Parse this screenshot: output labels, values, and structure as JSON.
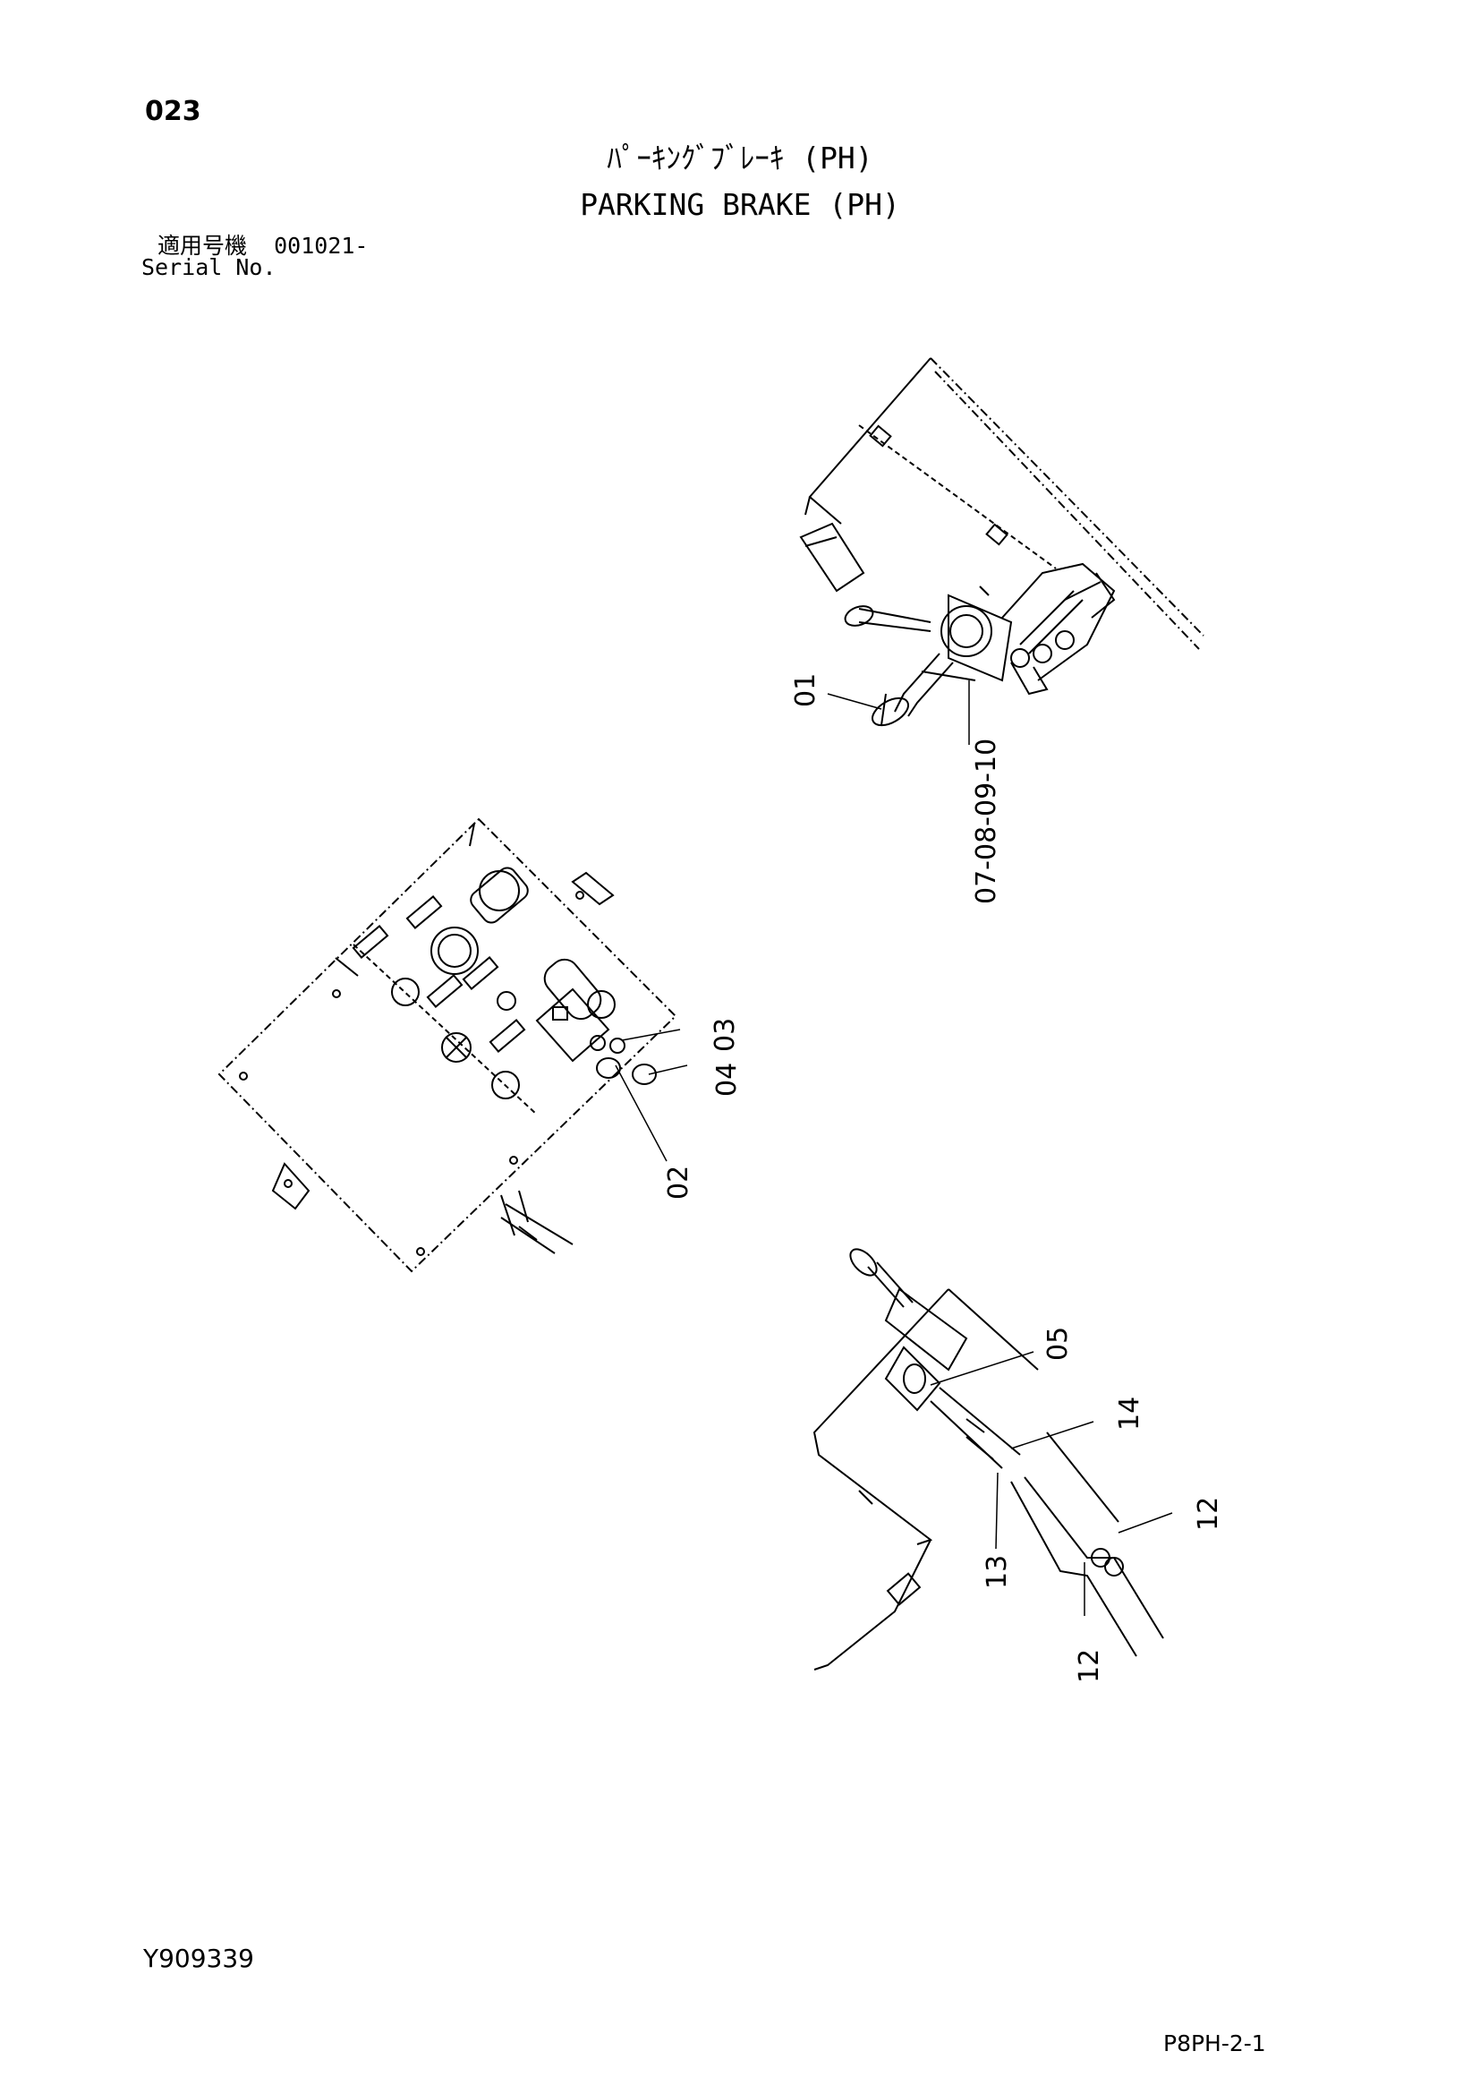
{
  "header": {
    "page_number": "023",
    "title_jp": "ﾊﾟｰｷﾝｸﾞﾌﾞﾚｰｷ (PH)",
    "title_en": "PARKING BRAKE (PH)",
    "serial_label_jp": "適用号機",
    "serial_range": "001021-",
    "serial_label_en": "Serial No."
  },
  "footer": {
    "document_id": "Y909339",
    "page_code": "P8PH-2-1"
  },
  "callouts": {
    "c01": "01",
    "c02": "02",
    "c03": "03",
    "c04": "04",
    "c05": "05",
    "c07_10": "07-08-09-10",
    "c12a": "12",
    "c12b": "12",
    "c13": "13",
    "c14": "14"
  }
}
